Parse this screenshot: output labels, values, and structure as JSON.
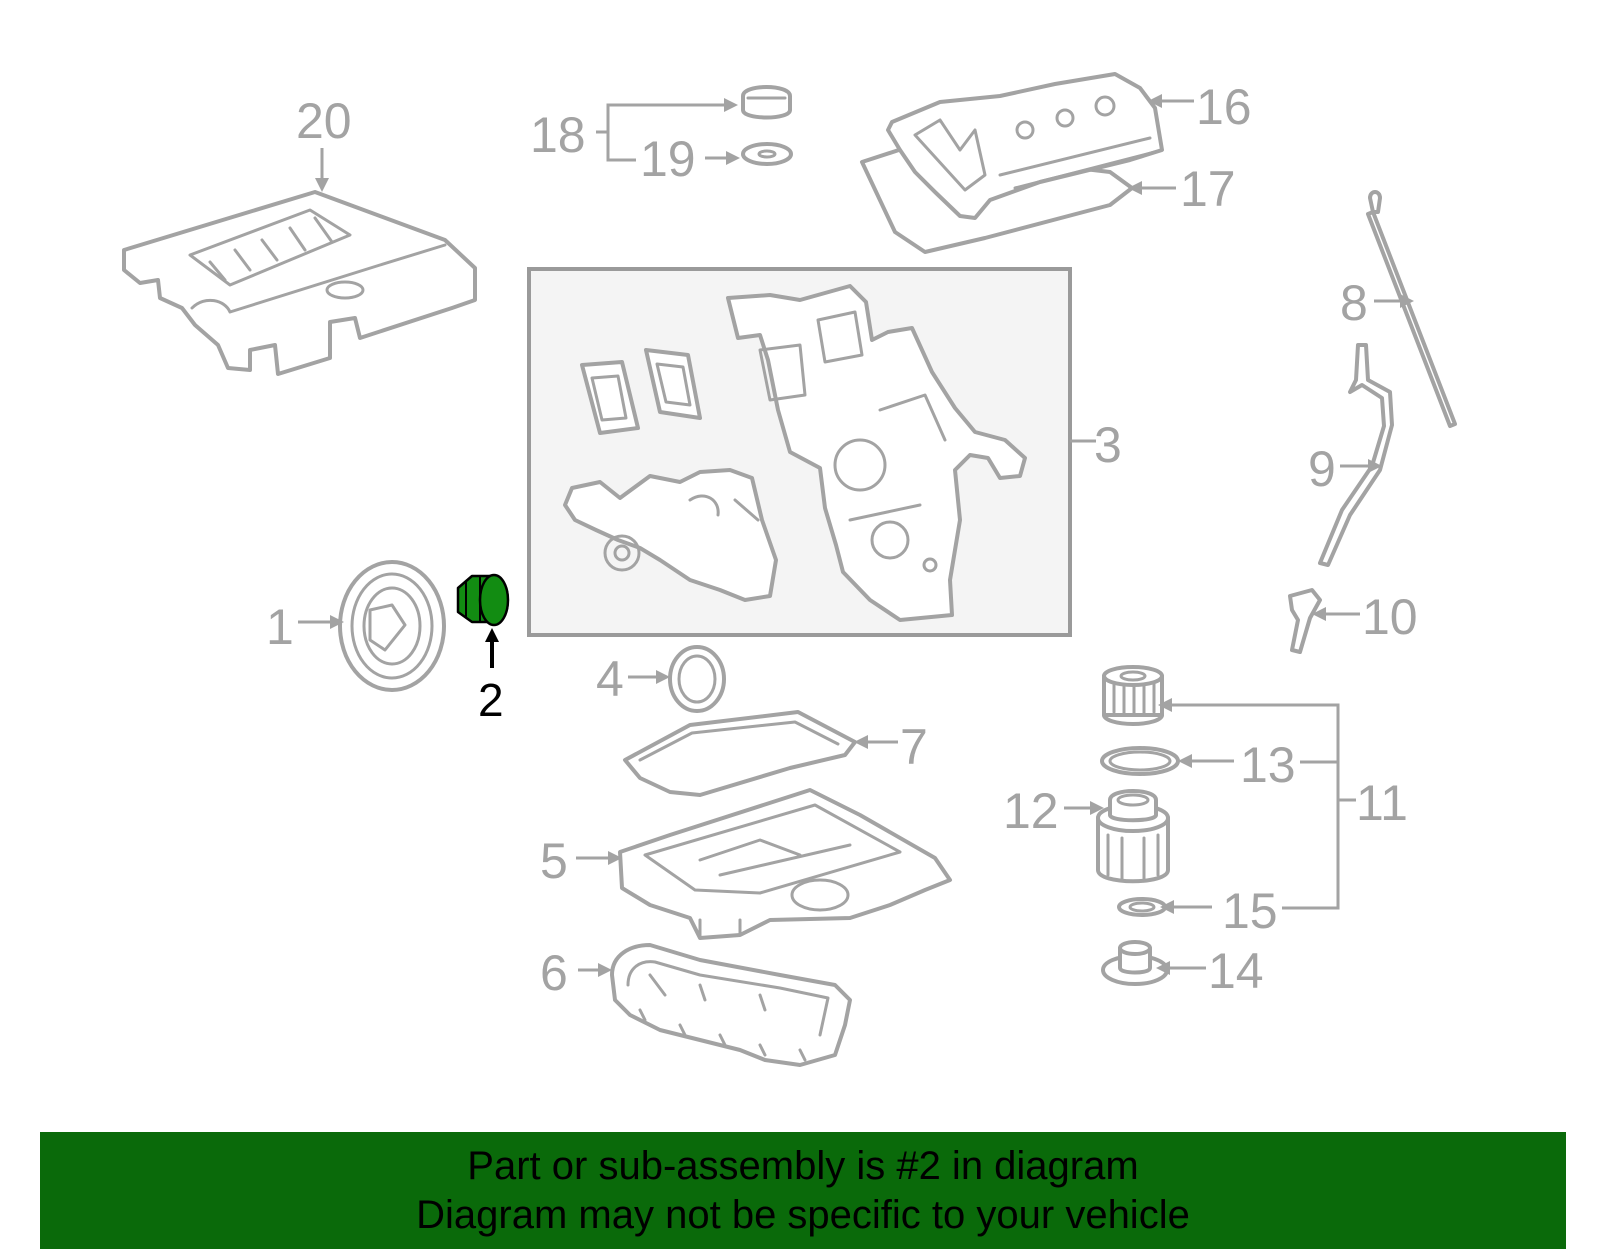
{
  "callouts": {
    "c1": "1",
    "c2": "2",
    "c3": "3",
    "c4": "4",
    "c5": "5",
    "c6": "6",
    "c7": "7",
    "c8": "8",
    "c9": "9",
    "c10": "10",
    "c11": "11",
    "c12": "12",
    "c13": "13",
    "c14": "14",
    "c15": "15",
    "c16": "16",
    "c17": "17",
    "c18": "18",
    "c19": "19",
    "c20": "20"
  },
  "highlight": {
    "part": "2",
    "color": "#128c12"
  },
  "banner": {
    "line1": "Part or sub-assembly is #2 in diagram",
    "line2": "Diagram may not be specific to your vehicle",
    "color": "#0a6a0a"
  }
}
